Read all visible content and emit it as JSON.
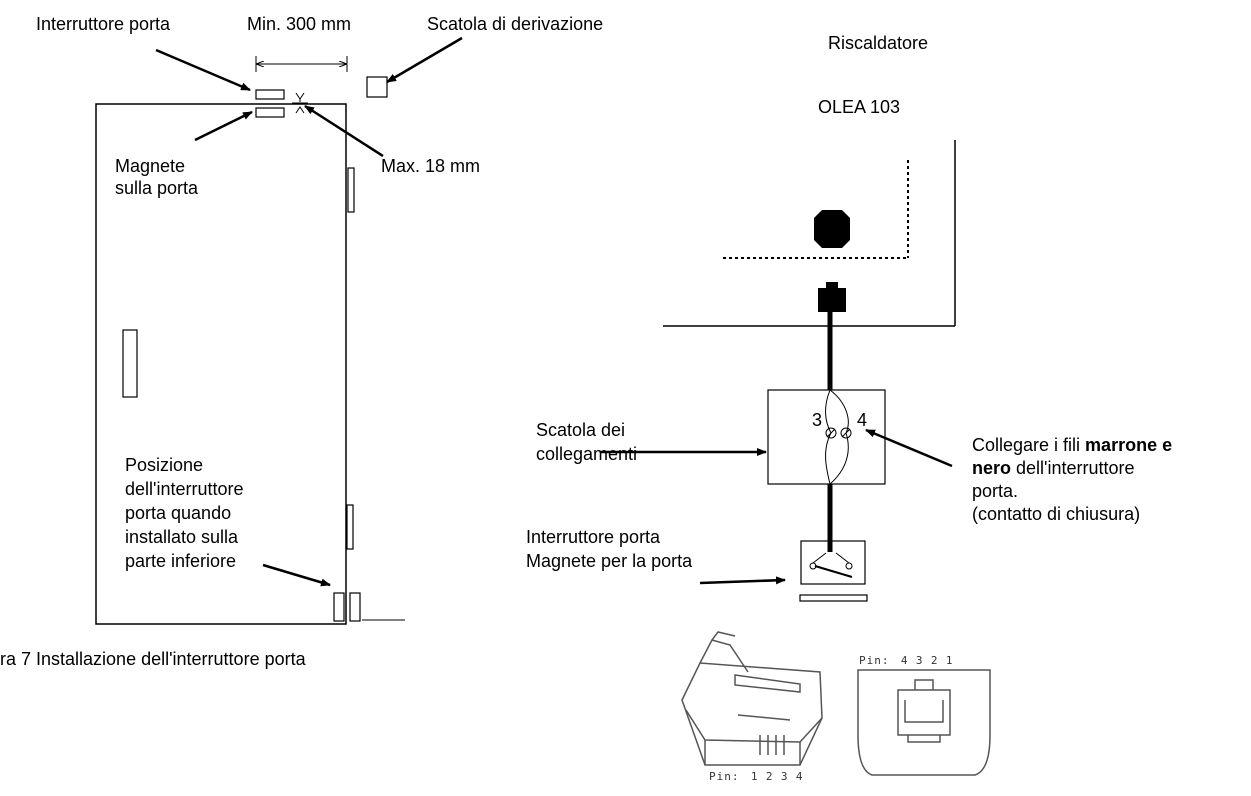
{
  "left_diagram": {
    "label_door_switch": "Interruttore porta",
    "label_min_distance": "Min. 300 mm",
    "label_junction_box": "Scatola di derivazione",
    "label_magnet_door": [
      "Magnete",
      "sulla porta"
    ],
    "label_max_distance": "Max. 18 mm",
    "label_bottom_position": [
      "Posizione",
      "dell'interruttore",
      "porta quando",
      "installato sulla",
      "parte inferiore"
    ],
    "caption": "ra 7  Installazione dell'interruttore porta"
  },
  "right_diagram": {
    "label_heater": "Riscaldatore",
    "label_model": "OLEA 103",
    "label_connection_box": [
      "Scatola dei",
      "collegamenti"
    ],
    "terminal_3": "3",
    "terminal_4": "4",
    "connect_note": {
      "prefix": "Collegare i fili ",
      "bold1": "marrone e",
      "bold2": "nero",
      "rest": " dell'interruttore",
      "line3": "porta.",
      "line4": "(contatto di chiusura)"
    },
    "label_switch_magnet": [
      "Interruttore porta",
      "Magnete per la porta"
    ]
  },
  "connectors": {
    "plug_pin_label": "Pin:",
    "plug_pins": [
      "1",
      "2",
      "3",
      "4"
    ],
    "socket_pin_label": "Pin:",
    "socket_pins": [
      "4",
      "3",
      "2",
      "1"
    ]
  }
}
